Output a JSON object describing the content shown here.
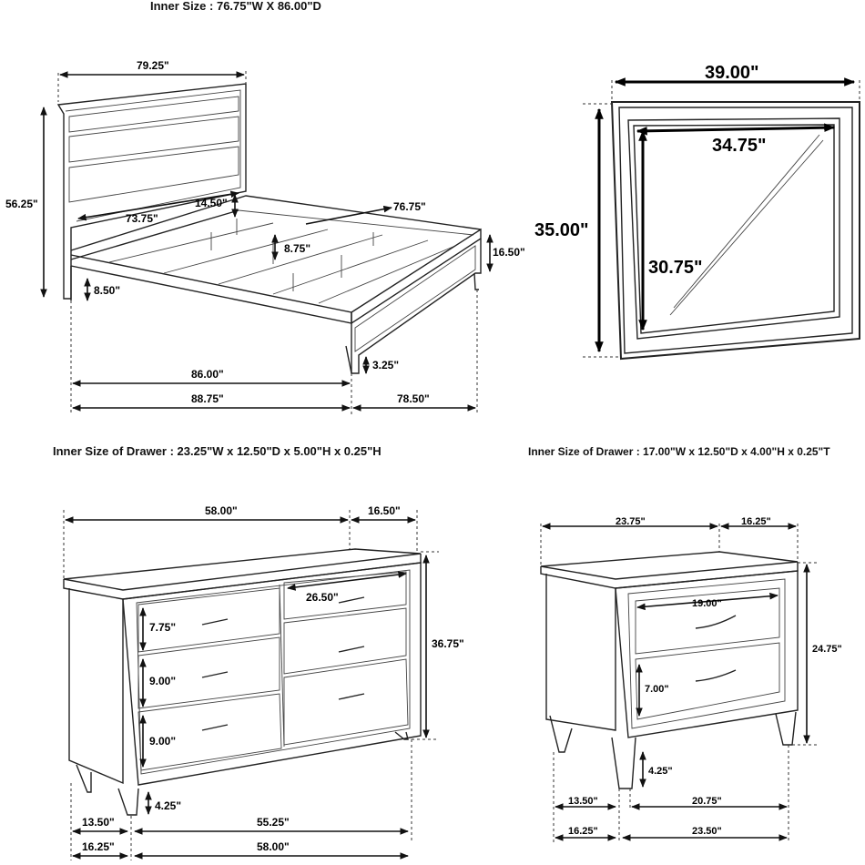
{
  "captions": {
    "bed_inner": "Inner Size : 76.75\"W X 86.00\"D",
    "dresser_inner": "Inner Size of Drawer : 23.25\"W x 12.50\"D x 5.00\"H x 0.25\"H",
    "nightstand_inner": "Inner Size of Drawer : 17.00\"W x 12.50\"D x 4.00\"H x 0.25\"T"
  },
  "bed": {
    "width": "79.25\"",
    "headboard_height": "56.25\"",
    "inner_width": "73.75\"",
    "side_rail_height": "14.50\"",
    "inner_length": "76.75\"",
    "slat_height": "8.75\"",
    "footboard_height": "16.50\"",
    "clearance": "8.50\"",
    "leg_height": "3.25\"",
    "inner_depth": "86.00\"",
    "overall_depth": "88.75\"",
    "footboard_width": "78.50\""
  },
  "mirror": {
    "width": "39.00\"",
    "inner_width": "34.75\"",
    "height": "35.00\"",
    "inner_height": "30.75\""
  },
  "dresser": {
    "width_top": "58.00\"",
    "depth_top": "16.50\"",
    "drawer_width": "26.50\"",
    "height": "36.75\"",
    "drawer1_height": "7.75\"",
    "drawer2_height": "9.00\"",
    "drawer3_height": "9.00\"",
    "leg_height": "4.25\"",
    "depth_bottom": "13.50\"",
    "inner_width": "55.25\"",
    "depth_overall": "16.25\"",
    "width_bottom": "58.00\""
  },
  "nightstand": {
    "width_top": "23.75\"",
    "depth_top": "16.25\"",
    "drawer_width": "19.00\"",
    "height": "24.75\"",
    "drawer_height": "7.00\"",
    "leg_height": "4.25\"",
    "depth_bottom": "13.50\"",
    "inner_width": "20.75\"",
    "depth_overall": "16.25\"",
    "width_bottom": "23.50\""
  }
}
